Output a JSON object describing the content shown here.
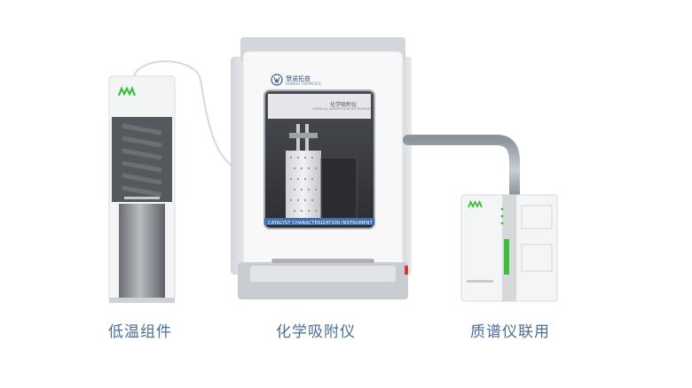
{
  "captions": {
    "left": "低温组件",
    "middle": "化学吸附仪",
    "right": "质谱仪联用"
  },
  "instrument": {
    "brand_cn": "慧诺拓普",
    "brand_en": "HUINUO TOPPACIFIC",
    "window_label": "化学吸附仪",
    "window_sublabel": "CHEMICAL ADSORPTION INSTRUMENT",
    "band_text": "CATALYST CHARACTERIZATION INSTRUMENT"
  },
  "colors": {
    "caption": "#4a6e99",
    "accent_green": "#3cbf3c",
    "band_blue": "#3e6fb0",
    "body_white": "#f7f7f7",
    "frame_grey": "#c9ccd0",
    "dark_glass": "#3b3d40"
  },
  "icons": {
    "logo": "mw-logo-icon"
  }
}
